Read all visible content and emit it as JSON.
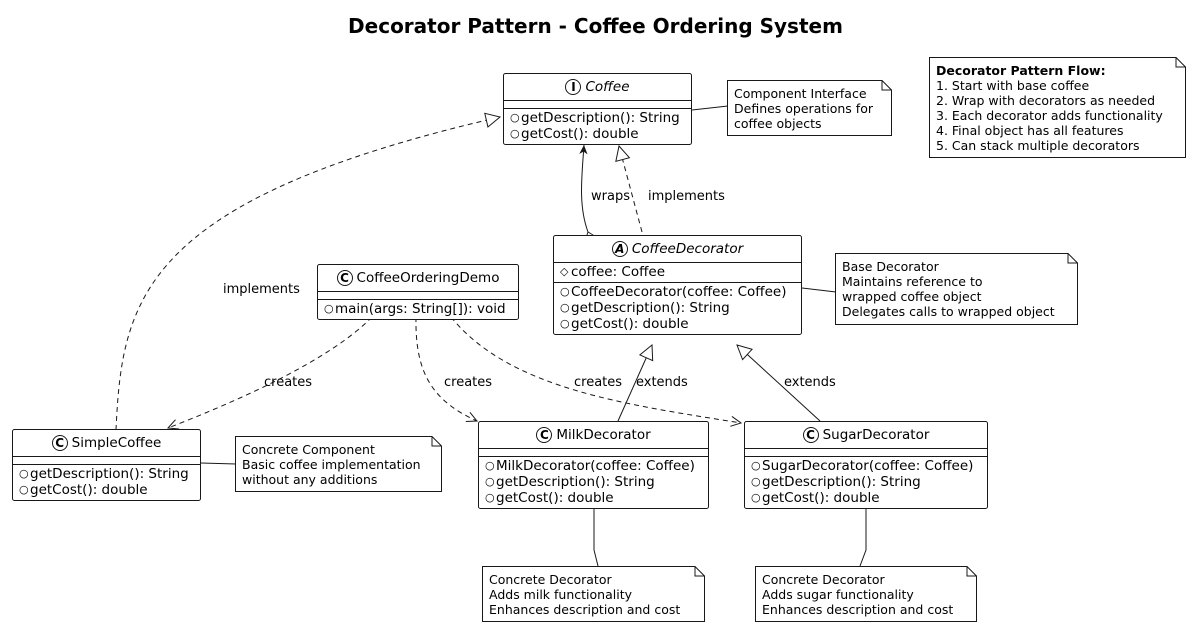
{
  "title": "Decorator Pattern - Coffee Ordering System",
  "classes": {
    "coffee": {
      "name": "Coffee",
      "stereotype": "I",
      "fields": [],
      "methods": [
        {
          "vis": "○",
          "text": "getDescription(): String"
        },
        {
          "vis": "○",
          "text": "getCost(): double"
        }
      ]
    },
    "coffee_decorator": {
      "name": "CoffeeDecorator",
      "stereotype": "A",
      "fields": [
        {
          "vis": "◇",
          "text": "coffee: Coffee"
        }
      ],
      "methods": [
        {
          "vis": "○",
          "text": "CoffeeDecorator(coffee: Coffee)"
        },
        {
          "vis": "○",
          "text": "getDescription(): String"
        },
        {
          "vis": "○",
          "text": "getCost(): double"
        }
      ]
    },
    "demo": {
      "name": "CoffeeOrderingDemo",
      "stereotype": "C",
      "fields": [],
      "methods": [
        {
          "vis": "○",
          "text": "main(args: String[]): void"
        }
      ]
    },
    "simple_coffee": {
      "name": "SimpleCoffee",
      "stereotype": "C",
      "fields": [],
      "methods": [
        {
          "vis": "○",
          "text": "getDescription(): String"
        },
        {
          "vis": "○",
          "text": "getCost(): double"
        }
      ]
    },
    "milk_decorator": {
      "name": "MilkDecorator",
      "stereotype": "C",
      "fields": [],
      "methods": [
        {
          "vis": "○",
          "text": "MilkDecorator(coffee: Coffee)"
        },
        {
          "vis": "○",
          "text": "getDescription(): String"
        },
        {
          "vis": "○",
          "text": "getCost(): double"
        }
      ]
    },
    "sugar_decorator": {
      "name": "SugarDecorator",
      "stereotype": "C",
      "fields": [],
      "methods": [
        {
          "vis": "○",
          "text": "SugarDecorator(coffee: Coffee)"
        },
        {
          "vis": "○",
          "text": "getDescription(): String"
        },
        {
          "vis": "○",
          "text": "getCost(): double"
        }
      ]
    }
  },
  "notes": {
    "component": [
      "Component Interface",
      "Defines operations for",
      "coffee objects"
    ],
    "base_decorator": [
      "Base Decorator",
      "Maintains reference to",
      "wrapped coffee object",
      "Delegates calls to wrapped object"
    ],
    "concrete_component": [
      "Concrete Component",
      "Basic coffee implementation",
      "without any additions"
    ],
    "milk": [
      "Concrete Decorator",
      "Adds milk functionality",
      "Enhances description and cost"
    ],
    "sugar": [
      "Concrete Decorator",
      "Adds sugar functionality",
      "Enhances description and cost"
    ],
    "flow": [
      "Decorator Pattern Flow:",
      "1. Start with base coffee",
      "2. Wrap with decorators as needed",
      "3. Each decorator adds functionality",
      "4. Final object has all features",
      "5. Can stack multiple decorators"
    ]
  },
  "relation_labels": {
    "wraps": "wraps",
    "implements_decorator": "implements",
    "implements_simple": "implements",
    "creates_simple": "creates",
    "creates_milk": "creates",
    "creates_sugar": "creates",
    "extends_milk": "extends",
    "extends_sugar": "extends"
  }
}
